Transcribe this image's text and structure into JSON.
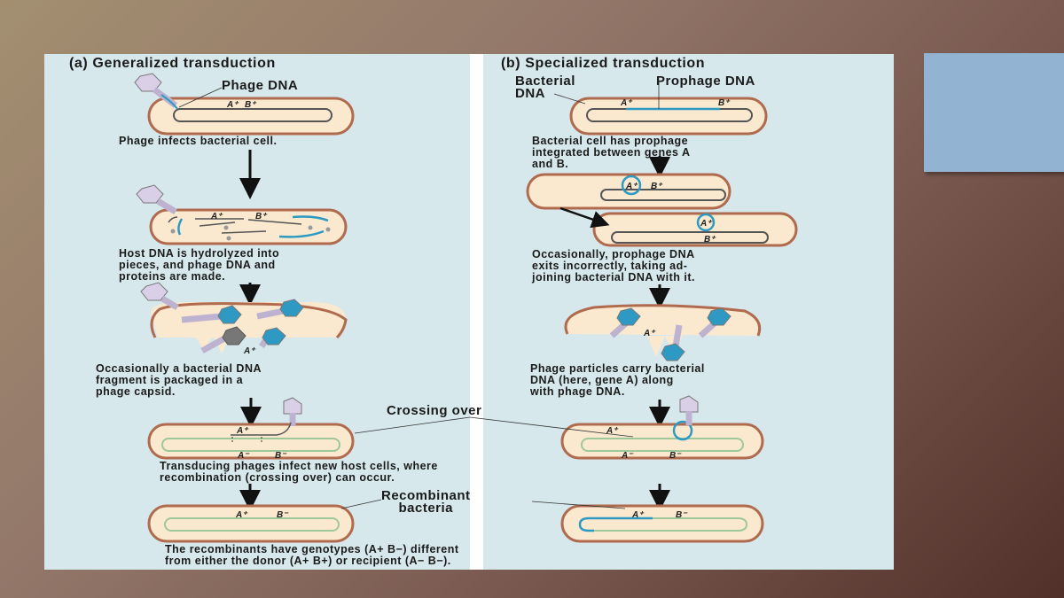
{
  "slide": {
    "background_colors": [
      "#a38f70",
      "#7a5a50",
      "#52302a"
    ],
    "accent_box_color": "#93b3d2"
  },
  "panel_a": {
    "title": "(a) Generalized transduction",
    "label_phage_dna": "Phage DNA",
    "cell1_genes": [
      "A+",
      "B+"
    ],
    "step1": "Phage infects bacterial cell.",
    "step2": "Host DNA is hydrolyzed into\npieces, and phage DNA and\nproteins are made.",
    "step3_gene": "A+",
    "step3": "Occasionally a bacterial DNA\nfragment is packaged in a\nphage capsid.",
    "step4_genes": [
      "A+",
      "A−",
      "B−"
    ],
    "step5_genes": [
      "A+",
      "B−"
    ]
  },
  "panel_b": {
    "title": "(b) Specialized transduction",
    "label_bacterial_dna": "Bacterial\nDNA",
    "label_prophage_dna": "Prophage DNA",
    "cell1_genes": [
      "A+",
      "B+"
    ],
    "step1": "Bacterial cell has prophage\nintegrated between genes A\nand B.",
    "step2_genes": [
      "A+",
      "B+"
    ],
    "step2": "Occasionally, prophage DNA\nexits incorrectly, taking ad-\njoining bacterial DNA with it.",
    "step3_gene": "A+",
    "step3": "Phage particles carry bacterial\nDNA (here, gene A) along\nwith phage DNA.",
    "step4_genes": [
      "A+",
      "A−",
      "B−"
    ],
    "step5_genes": [
      "A+",
      "B−"
    ]
  },
  "shared": {
    "crossing_over": "Crossing over",
    "step4": "Transducing phages infect new host cells, where\nrecombination (crossing over) can occur.",
    "recombinant": "Recombinant\nbacteria",
    "step5": "The recombinants have genotypes (A+ B−) different\nfrom either the donor (A+ B+) or recipient (A− B−)."
  }
}
